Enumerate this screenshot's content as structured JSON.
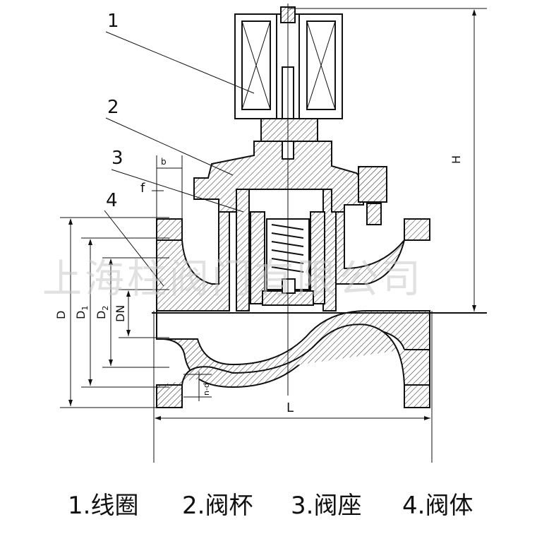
{
  "callouts": [
    "1",
    "2",
    "3",
    "4"
  ],
  "dims": {
    "b": "b",
    "f": "f",
    "D": "D",
    "D1": "D",
    "D1_sub": "1",
    "D2": "D",
    "D2_sub": "2",
    "DN": "DN",
    "nd": "n-d",
    "L": "L",
    "H": "H"
  },
  "watermark": "上海柱阀门有限公司",
  "legend": [
    "1.线圈",
    "2.阀杯",
    "3.阀座",
    "4.阀体"
  ]
}
